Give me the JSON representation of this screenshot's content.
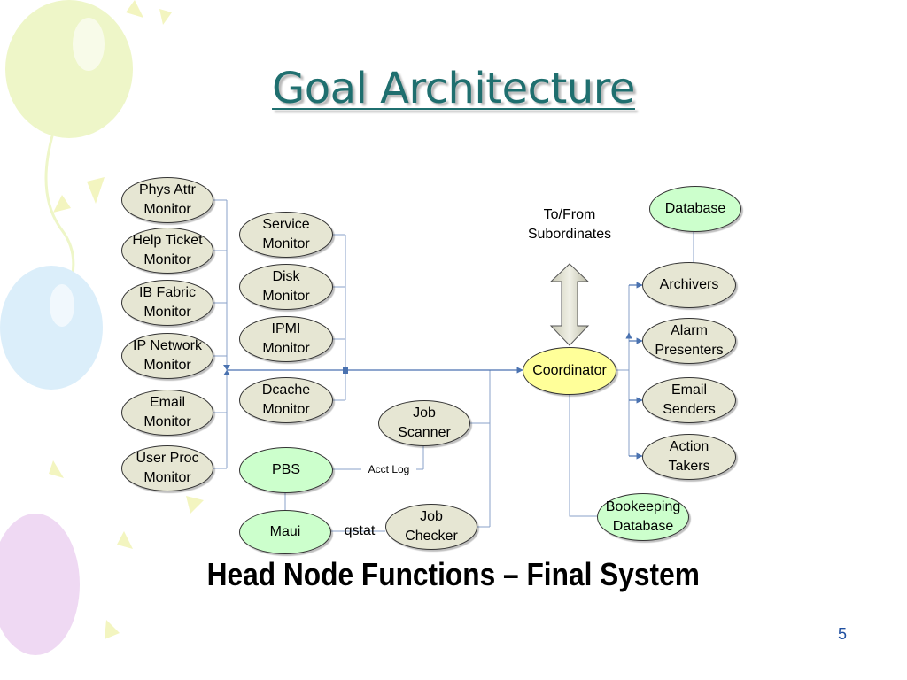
{
  "slide": {
    "title": "Goal Architecture",
    "subtitle": "Head Node Functions – Final System",
    "page_number": "5"
  },
  "diagram": {
    "nodes": {
      "phys_attr": "Phys Attr\nMonitor",
      "help_ticket": "Help Ticket\nMonitor",
      "ib_fabric": "IB Fabric\nMonitor",
      "ip_network": "IP Network\nMonitor",
      "email_monitor": "Email\nMonitor",
      "user_proc": "User Proc\nMonitor",
      "service": "Service\nMonitor",
      "disk": "Disk\nMonitor",
      "ipmi": "IPMI\nMonitor",
      "dcache": "Dcache\nMonitor",
      "pbs": "PBS",
      "maui": "Maui",
      "job_scanner": "Job\nScanner",
      "job_checker": "Job\nChecker",
      "coordinator": "Coordinator",
      "database": "Database",
      "archivers": "Archivers",
      "alarm_presenters": "Alarm\nPresenters",
      "email_senders": "Email\nSenders",
      "action_takers": "Action\nTakers",
      "bookeeping": "Bookeeping\nDatabase"
    },
    "labels": {
      "to_from": "To/From\nSubordinates",
      "acct_log": "Acct Log",
      "qstat": "qstat"
    },
    "colors": {
      "node_fill": "#e6e6d3",
      "database_fill": "#ccffcc",
      "coordinator_fill": "#ffff99",
      "connector": "#4a72b0",
      "title": "#1f6f6f"
    }
  }
}
